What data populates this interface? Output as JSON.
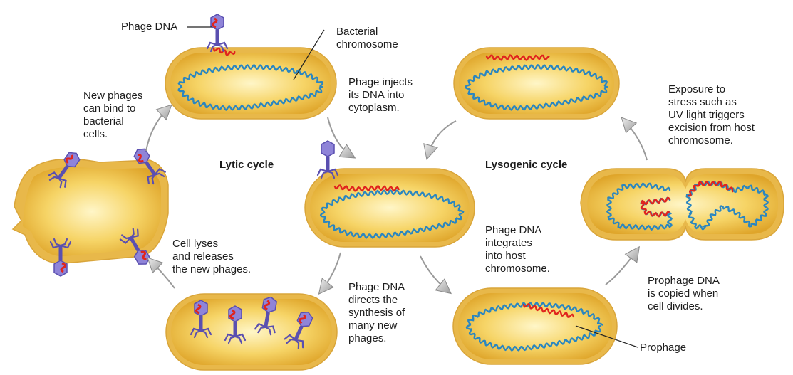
{
  "labels": {
    "phage_dna": "Phage DNA",
    "bacterial_chromosome": "Bacterial\nchromosome",
    "phage_injects": "Phage injects\nits DNA into\ncytoplasm.",
    "new_phages_bind": "New phages\ncan bind to\nbacterial\ncells.",
    "lytic_cycle": "Lytic cycle",
    "lysogenic_cycle": "Lysogenic cycle",
    "exposure_stress": "Exposure to\nstress such as\nUV light triggers\nexcision from host\nchromosome.",
    "cell_lyses": "Cell lyses\nand releases\nthe new phages.",
    "phage_dna_integrates": "Phage DNA\nintegrates\ninto host\nchromosome.",
    "phage_dna_directs": "Phage DNA\ndirects the\nsynthesis of\nmany new\nphages.",
    "prophage_copied": "Prophage DNA\nis copied when\ncell divides.",
    "prophage": "Prophage"
  },
  "colors": {
    "cell_fill": "#f2c23c",
    "cell_rim": "#e8b84a",
    "cell_core": "#fff4c0",
    "host_dna": "#2a86c0",
    "phage_dna": "#e0241e",
    "phage_body": "#5a4fb0",
    "arrow": "#bdbdbd"
  }
}
